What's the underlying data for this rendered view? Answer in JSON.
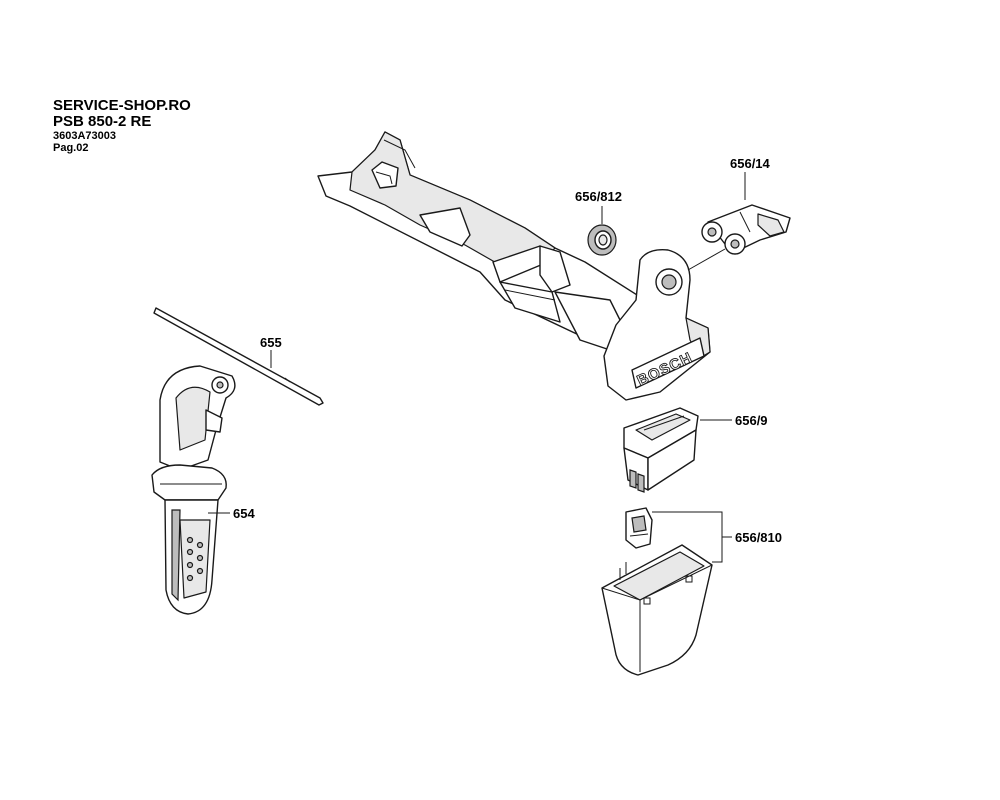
{
  "header": {
    "shop": "SERVICE-SHOP.RO",
    "model": "PSB 850-2 RE",
    "code": "3603A73003",
    "page": "Pag.02"
  },
  "parts": {
    "p656_812": "656/812",
    "p656_14": "656/14",
    "p655": "655",
    "p656_9": "656/9",
    "p654": "654",
    "p656_810": "656/810"
  },
  "brand": "BOSCH"
}
